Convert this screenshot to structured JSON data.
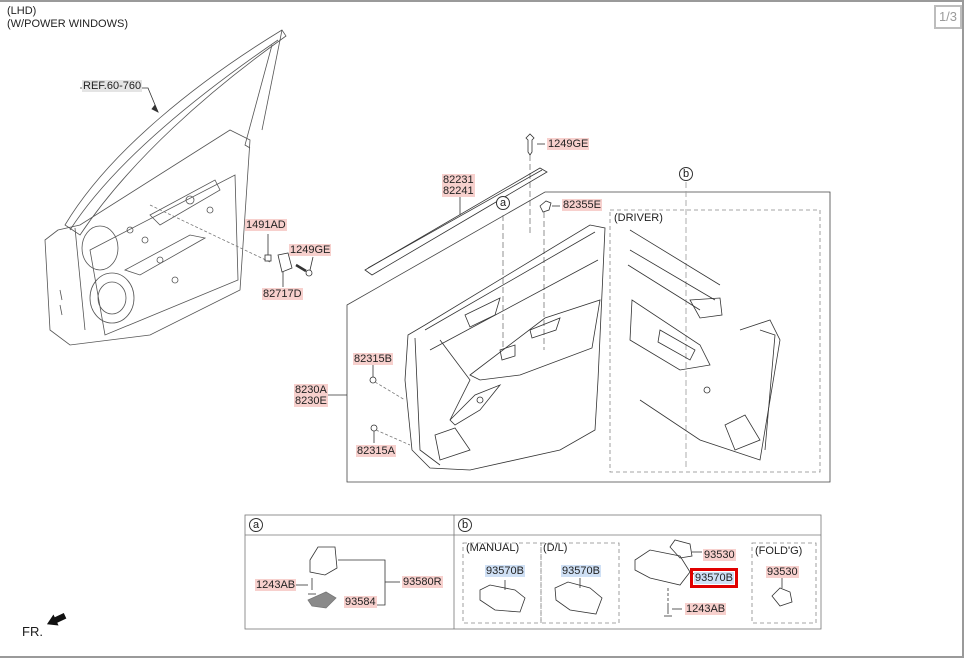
{
  "header": {
    "line1": "(LHD)",
    "line2": "(W/POWER WINDOWS)"
  },
  "page_indicator": "1/3",
  "reference": "REF.60-760",
  "front_indicator": "FR.",
  "callouts": {
    "a": "a",
    "b": "b"
  },
  "labels": {
    "p1491AD": "1491AD",
    "p1249GE_left": "1249GE",
    "p82717D": "82717D",
    "p1249GE_top": "1249GE",
    "p82231": "82231",
    "p82241": "82241",
    "p82355E": "82355E",
    "p82315B": "82315B",
    "p8230A": "8230A",
    "p8230E": "8230E",
    "p82315A": "82315A"
  },
  "driver_inset": {
    "title": "(DRIVER)"
  },
  "table_a": {
    "key": "a",
    "labels": {
      "p1243AB": "1243AB",
      "p93580R": "93580R",
      "p93584": "93584"
    }
  },
  "table_b": {
    "key": "b",
    "manual": {
      "title": "(MANUAL)",
      "part": "93570B"
    },
    "dl": {
      "title": "(D/L)",
      "part": "93570B"
    },
    "driver": {
      "p93530": "93530",
      "p93570B": "93570B",
      "p1243AB": "1243AB",
      "selected": "93570B"
    },
    "folding": {
      "title": "(FOLD'G)",
      "part": "93530"
    }
  },
  "colors": {
    "part_label_bg": "#f7d0cd",
    "switch_label_bg": "#cfe0f5",
    "highlight_border": "#e00000"
  }
}
